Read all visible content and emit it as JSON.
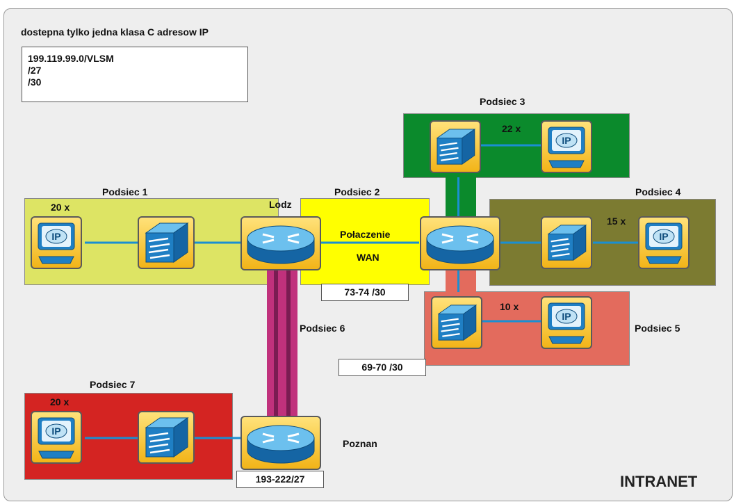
{
  "header": {
    "title": "dostepna tylko jedna klasa C adresow IP",
    "lines": [
      "199.119.99.0/VLSM",
      "/27",
      "/30"
    ]
  },
  "subnets": {
    "s1": {
      "label": "Podsiec 1",
      "count": "20 x"
    },
    "s2": {
      "label": "Podsiec 2",
      "wan1": "Połaczenie",
      "wan2": "WAN"
    },
    "s3": {
      "label": "Podsiec 3",
      "count": "22 x"
    },
    "s4": {
      "label": "Podsiec 4",
      "count": "15 x"
    },
    "s5": {
      "label": "Podsiec 5",
      "count": "10 x"
    },
    "s6": {
      "label": "Podsiec 6"
    },
    "s7": {
      "label": "Podsiec 7",
      "count": "20 x"
    }
  },
  "routers": {
    "lodz": "Lodz",
    "poznan": "Poznan"
  },
  "addresses": {
    "a1": "73-74 /30",
    "a2": "69-70 /30",
    "a3": "193-222/27"
  },
  "footer": {
    "intranet": "INTRANET"
  },
  "icons": {
    "pc": "ip-workstation-icon",
    "switch": "switch-icon",
    "router": "router-icon"
  },
  "colors": {
    "s1": "#dde464",
    "s2": "#ffff00",
    "s3": "#0b8a2c",
    "s4": "#7c7b31",
    "s5": "#e36b5d",
    "s7": "#d42422",
    "s6link": "#c0317c",
    "link": "#1a8fd2",
    "tile": "#f2b418"
  }
}
